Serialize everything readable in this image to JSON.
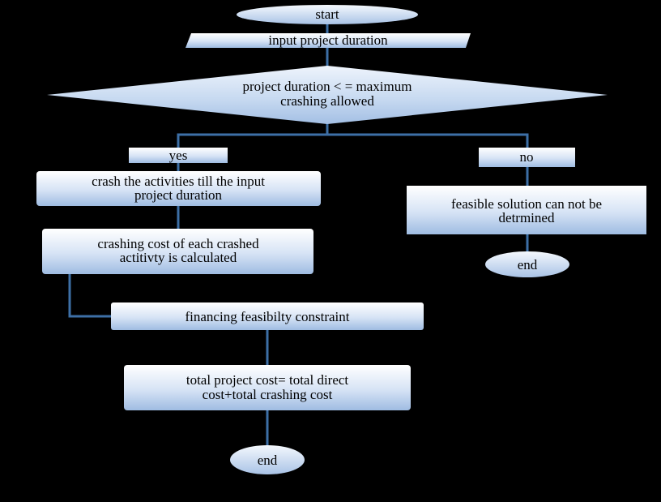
{
  "flowchart": {
    "start": "start",
    "input": "input project duration",
    "decision": [
      "project duration < = maximum",
      "crashing allowed"
    ],
    "yes": "yes",
    "no": "no",
    "crash": [
      "crash the activities till the input",
      "project duration"
    ],
    "cost": [
      "crashing cost of each crashed",
      "actitivty is calculated"
    ],
    "financing": "financing feasibilty constraint",
    "total": [
      "total project cost= total direct",
      "cost+total crashing cost"
    ],
    "end_left": "end",
    "infeasible": [
      "feasible solution can not be",
      "detrmined"
    ],
    "end_right": "end"
  }
}
